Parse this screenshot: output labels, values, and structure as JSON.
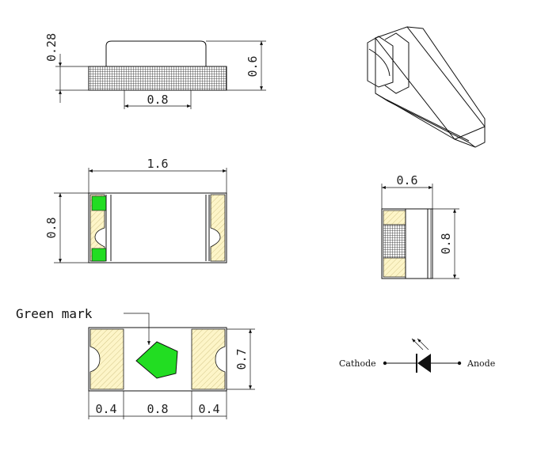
{
  "dimensions": {
    "side_height_body": "0.28",
    "side_height_total": "0.6",
    "side_width_pad": "0.8",
    "top_width": "1.6",
    "top_height": "0.8",
    "end_width": "0.6",
    "end_height": "0.8",
    "bottom_height": "0.7",
    "bottom_pad_left": "0.4",
    "bottom_center": "0.8",
    "bottom_pad_right": "0.4"
  },
  "labels": {
    "green_mark": "Green mark",
    "cathode": "Cathode",
    "anode": "Anode"
  },
  "colors": {
    "pad": "#fdf5c8",
    "green": "#22dd22",
    "line": "#111111"
  }
}
